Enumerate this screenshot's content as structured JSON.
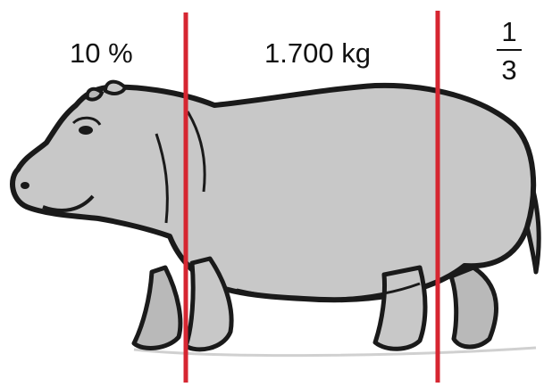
{
  "labels": {
    "left": "10 %",
    "middle": "1.700 kg",
    "fraction": {
      "numerator": "1",
      "denominator": "3"
    }
  },
  "illustration": {
    "subject": "hippopotamus",
    "body_color": "#c8c8c8",
    "outline_color": "#1a1a1a"
  },
  "divider_color": "#d62631"
}
